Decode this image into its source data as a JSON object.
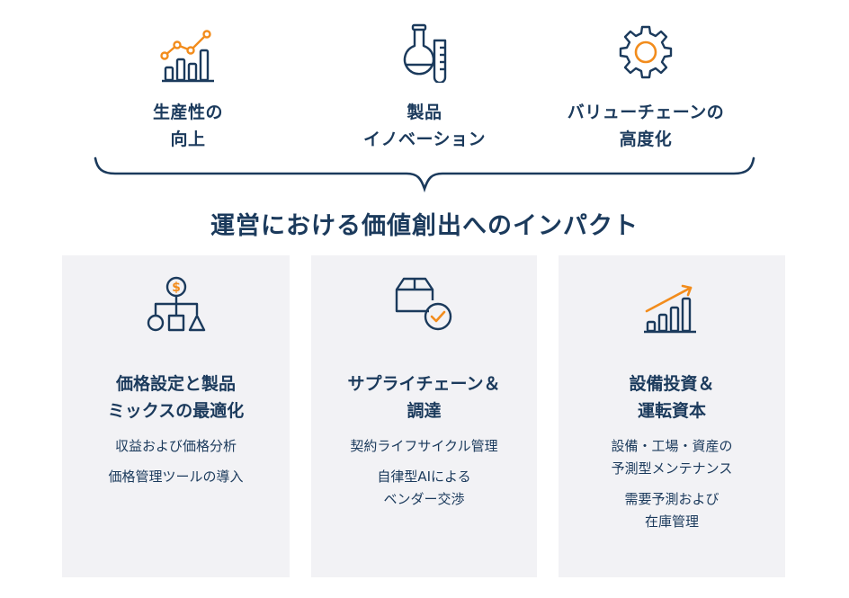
{
  "colors": {
    "navy": "#1b3a5c",
    "orange": "#f28c1c",
    "card_bg": "#f2f2f5"
  },
  "top_pillars": [
    {
      "icon": "growth-chart-icon",
      "lines": [
        "生産性の",
        "向上"
      ]
    },
    {
      "icon": "flask-test-tube-icon",
      "lines": [
        "製品",
        "イノベーション"
      ]
    },
    {
      "icon": "gear-icon",
      "lines": [
        "バリューチェーンの",
        "高度化"
      ]
    }
  ],
  "headline": "運営における価値創出へのインパクト",
  "cards": [
    {
      "icon": "pricing-hierarchy-icon",
      "title_lines": [
        "価格設定と製品",
        "ミックスの最適化"
      ],
      "items": [
        {
          "lines": [
            "収益および価格分析"
          ]
        },
        {
          "lines": [
            "価格管理ツールの導入"
          ]
        }
      ]
    },
    {
      "icon": "package-check-icon",
      "title_lines": [
        "サプライチェーン＆",
        "調達"
      ],
      "items": [
        {
          "lines": [
            "契約ライフサイクル管理"
          ]
        },
        {
          "lines": [
            "自律型AIによる",
            "ベンダー交渉"
          ]
        }
      ]
    },
    {
      "icon": "bar-chart-arrow-up-icon",
      "title_lines": [
        "設備投資＆",
        "運転資本"
      ],
      "items": [
        {
          "lines": [
            "設備・工場・資産の",
            "予測型メンテナンス"
          ]
        },
        {
          "lines": [
            "需要予測および",
            "在庫管理"
          ]
        }
      ]
    }
  ]
}
